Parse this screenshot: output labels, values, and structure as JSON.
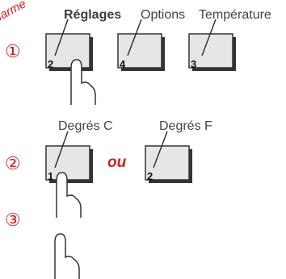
{
  "corner_stamp": "alarme",
  "row1": {
    "step": "①",
    "labels": [
      "Réglages",
      "Options",
      "Température"
    ],
    "keys": [
      "2",
      "4",
      "3"
    ]
  },
  "row2": {
    "step": "②",
    "labels": [
      "Degrés C",
      "Degrés F"
    ],
    "keys": [
      "1",
      "2"
    ],
    "or_text": "ou"
  },
  "row3": {
    "step": "③"
  },
  "colors": {
    "accent": "#d11d1d",
    "key_fill": "#e6e6e6",
    "key_shadow": "#3a3a3a",
    "text": "#444444"
  }
}
